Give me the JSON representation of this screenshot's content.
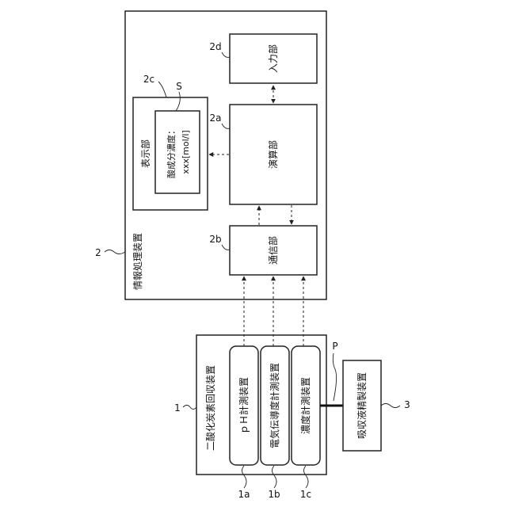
{
  "info_device": {
    "ref": "2",
    "label": "情報処理装置",
    "input_unit": {
      "ref": "2d",
      "label": "入力部"
    },
    "compute_unit": {
      "ref": "2a",
      "label": "演算部"
    },
    "comm_unit": {
      "ref": "2b",
      "label": "通信部"
    },
    "display_unit": {
      "ref": "2c",
      "label": "表示部",
      "screen_ref": "S",
      "screen_line1": "酸成分濃度：",
      "screen_line2": "xxx[mol/l]"
    }
  },
  "capture_device": {
    "ref": "1",
    "label": "二酸化炭素回収装置",
    "pipe_ref": "P",
    "sensors": [
      {
        "ref": "1a",
        "label": "ｐＨ計測装置"
      },
      {
        "ref": "1b",
        "label": "電気伝導度計測装置"
      },
      {
        "ref": "1c",
        "label": "濃度計測装置"
      }
    ]
  },
  "purifier": {
    "ref": "3",
    "label": "吸収液精製装置"
  }
}
